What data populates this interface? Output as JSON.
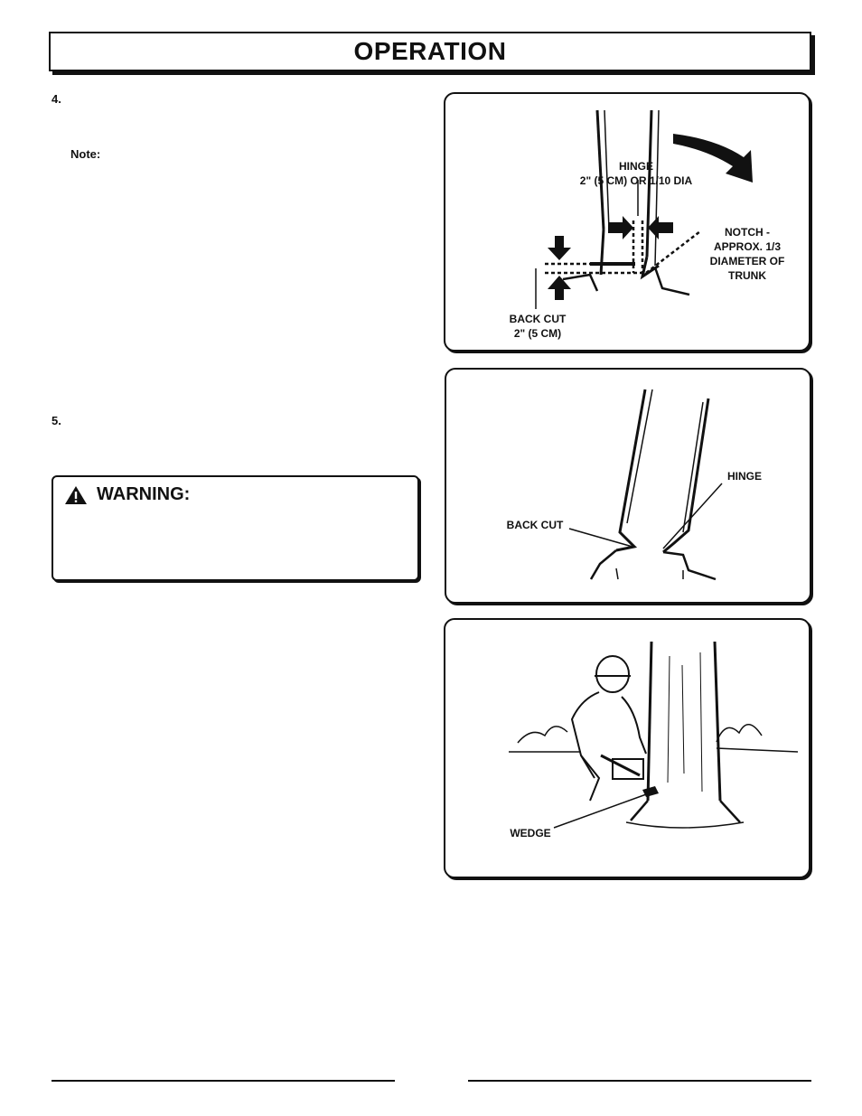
{
  "header": {
    "title": "OPERATION"
  },
  "steps": [
    {
      "number": "4."
    },
    {
      "number": "5."
    }
  ],
  "note": {
    "label": "Note:"
  },
  "warning": {
    "title": "WARNING:"
  },
  "figures": {
    "notch": {
      "hinge_line1": "HINGE",
      "hinge_line2": "2\" (5 CM) OR 1/10 DIA",
      "notch_line1": "NOTCH -",
      "notch_line2": "APPROX. 1/3",
      "notch_line3": "DIAMETER OF",
      "notch_line4": "TRUNK",
      "backcut_line1": "BACK  CUT",
      "backcut_line2": "2\" (5 CM)"
    },
    "hinge": {
      "hinge": "HINGE",
      "backcut": "BACK  CUT"
    },
    "wedge": {
      "wedge": "WEDGE"
    }
  }
}
